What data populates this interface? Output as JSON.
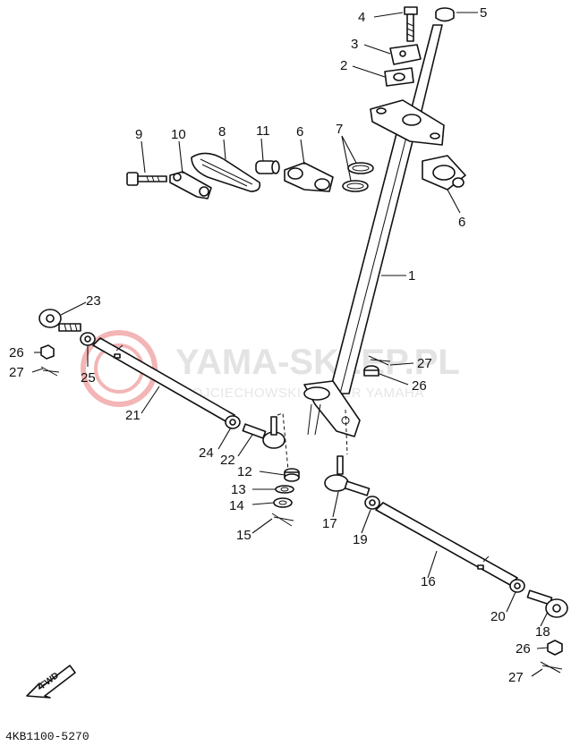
{
  "watermark": {
    "brand": "YAMA-SKLEP.PL",
    "subtitle": "WOJCIECHOWSKI DEALER YAMAHA",
    "color": "#f3b5b5"
  },
  "diagram_code": "4KB1100-5270",
  "fwd_label": "FWD",
  "labels": {
    "l1": "1",
    "l2": "2",
    "l3": "3",
    "l4": "4",
    "l5": "5",
    "l6a": "6",
    "l6b": "6",
    "l7": "7",
    "l8": "8",
    "l9": "9",
    "l10": "10",
    "l11": "11",
    "l12": "12",
    "l13": "13",
    "l14": "14",
    "l15": "15",
    "l16": "16",
    "l17": "17",
    "l18": "18",
    "l19": "19",
    "l20": "20",
    "l21": "21",
    "l22": "22",
    "l23": "23",
    "l24": "24",
    "l25": "25",
    "l26a": "26",
    "l26b": "26",
    "l26c": "26",
    "l27a": "27",
    "l27b": "27",
    "l27c": "27"
  }
}
